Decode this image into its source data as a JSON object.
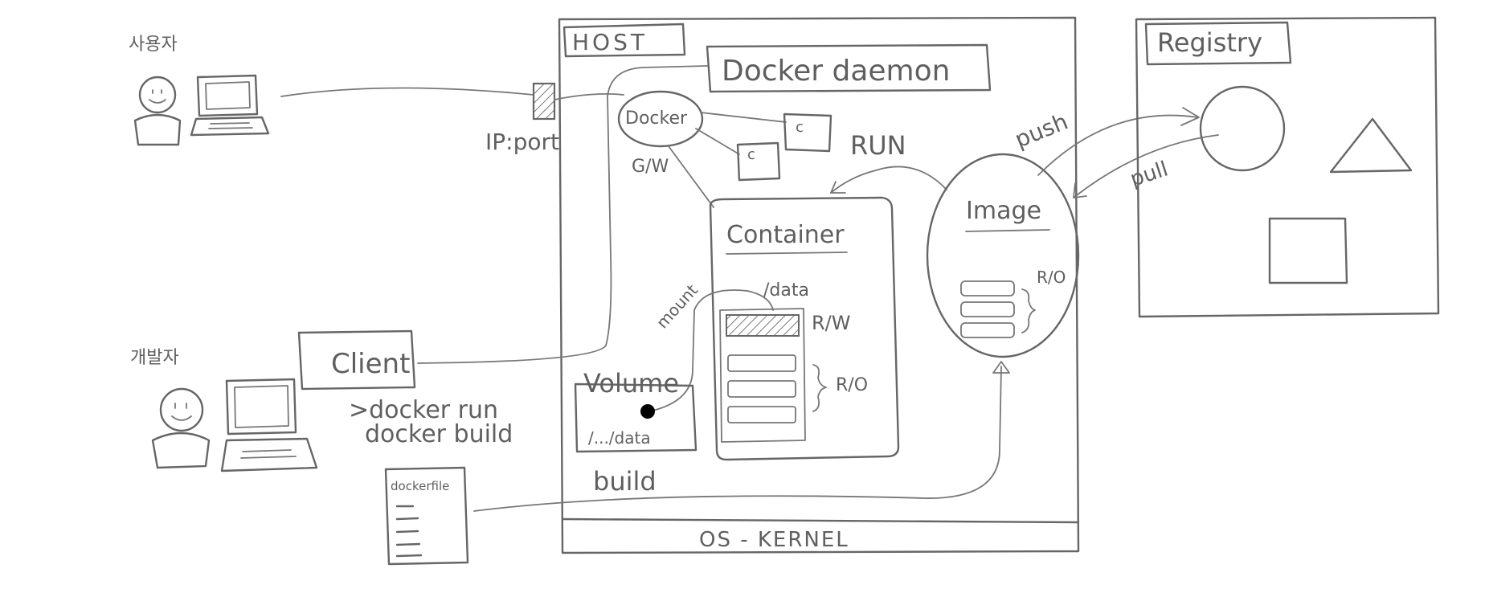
{
  "labels": {
    "user": "사용자",
    "developer": "개발자",
    "ip_port": "IP:port",
    "host": "HOST",
    "docker_daemon": "Docker daemon",
    "docker_gw": "Docker",
    "gw": "G/W",
    "container_small": "c",
    "run": "RUN",
    "container": "Container",
    "data_path": "/data",
    "rw": "R/W",
    "ro_container": "R/O",
    "mount": "mount",
    "volume": "Volume",
    "volume_path": "/.../data",
    "client": "Client",
    "cmd_run": ">docker run",
    "cmd_build": "docker build",
    "dockerfile": "dockerfile",
    "build": "build",
    "image": "Image",
    "ro_image": "R/O",
    "push": "push",
    "pull": "pull",
    "registry": "Registry",
    "os_kernel": "OS - KERNEL"
  }
}
